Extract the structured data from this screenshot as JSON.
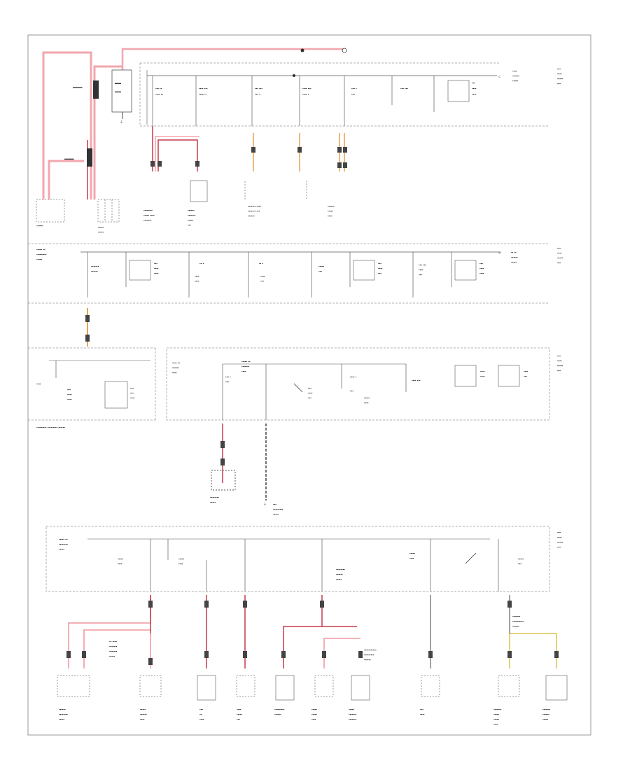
{
  "diagram": {
    "footer_code": "",
    "colors": {
      "battery_wire": "#f2a6ad",
      "switched_wire": "#c33a4a",
      "orange_wire": "#e8a04c",
      "yellow_wire": "#e3d27a",
      "ground_wire": "#444444",
      "dashed_box": "#999999",
      "frame": "#999999"
    },
    "bottom_connectors": [
      {
        "id": "c1"
      },
      {
        "id": "c2"
      },
      {
        "id": "c3"
      },
      {
        "id": "c4"
      },
      {
        "id": "c5"
      },
      {
        "id": "c6"
      },
      {
        "id": "c7"
      },
      {
        "id": "c8"
      },
      {
        "id": "c9"
      },
      {
        "id": "c10"
      }
    ]
  }
}
